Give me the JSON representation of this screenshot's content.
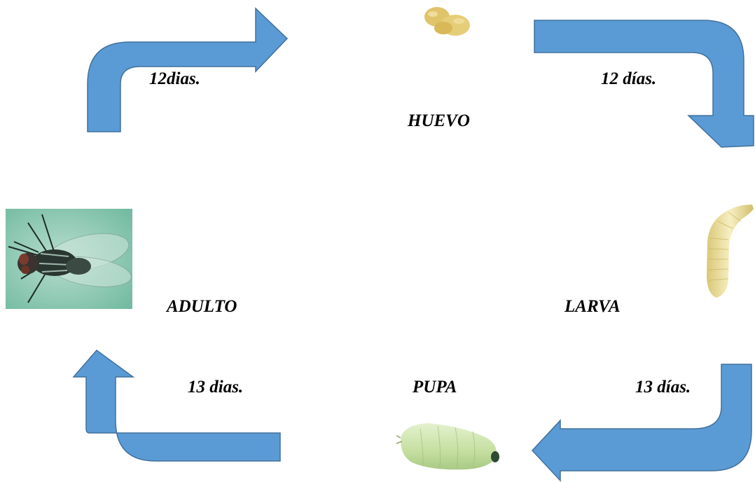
{
  "colors": {
    "arrow_fill": "#5b9bd5",
    "arrow_stroke": "#41719c",
    "egg": "#e0c46a",
    "larva": "#efe3a0",
    "pupa": "#c8e0a6",
    "photo_bg": "#7fc3a9"
  },
  "stages": {
    "egg": "HUEVO",
    "larva": "LARVA",
    "pupa": "PUPA",
    "adult": "ADULTO"
  },
  "durations": {
    "adult_to_egg": "12dias.",
    "egg_to_larva": "12 días.",
    "larva_to_pupa": "13 días.",
    "pupa_to_adult": "13 dias."
  },
  "images": {
    "egg": "egg-cluster-image",
    "larva": "larva-image",
    "pupa": "pupa-image",
    "adult": "adult-fly-photo"
  }
}
